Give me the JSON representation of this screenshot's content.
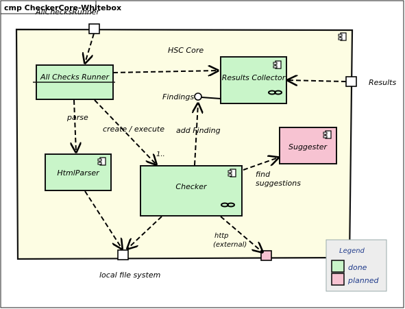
{
  "frame": {
    "title": "cmp CheckerCore-Whitebox"
  },
  "core": {
    "label": "HSC Core",
    "port_label": "AllChecksRunner"
  },
  "components": {
    "all_checks_runner": {
      "label": "All Checks Runner",
      "status": "done"
    },
    "results_collector": {
      "label": "Results Collector",
      "status": "done"
    },
    "html_parser": {
      "label": "HtmlParser",
      "status": "done"
    },
    "checker": {
      "label": "Checker",
      "status": "done"
    },
    "suggester": {
      "label": "Suggester",
      "status": "planned"
    }
  },
  "interfaces": {
    "findings": "Findings"
  },
  "ports": {
    "results": "Results",
    "local_fs": "local file system"
  },
  "connectors": {
    "parse": "parse",
    "create_execute": "create / execute",
    "multiplicity": "1..",
    "add_finding": "add Finding",
    "find_suggestions_1": "find",
    "find_suggestions_2": "suggestions",
    "http_1": "http",
    "http_2": "(external)"
  },
  "legend": {
    "title": "Legend",
    "items": [
      {
        "label": "done",
        "color": "#c9f5c9"
      },
      {
        "label": "planned",
        "color": "#f7c3d2"
      }
    ]
  },
  "colors": {
    "core_fill": "#fdfde3",
    "done": "#c9f5c9",
    "planned": "#f7c3d2",
    "legend_fill": "#ededed",
    "legend_text": "#1f3a8a"
  }
}
